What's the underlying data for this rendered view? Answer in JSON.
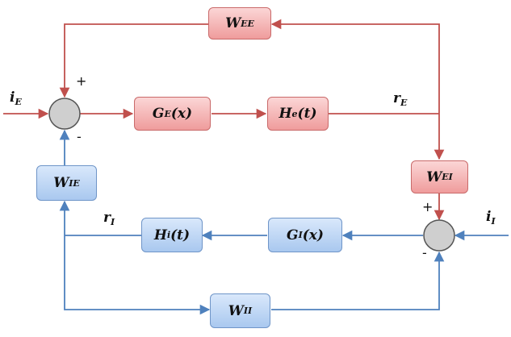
{
  "blocks": {
    "wee": {
      "sym": "W",
      "sub": "EE"
    },
    "ge": {
      "sym": "G",
      "sub": "E",
      "arg": "(x)"
    },
    "he": {
      "sym": "H",
      "sub": "e",
      "arg": "(t)"
    },
    "wei": {
      "sym": "W",
      "sub": "EI"
    },
    "wie": {
      "sym": "W",
      "sub": "IE"
    },
    "hi": {
      "sym": "H",
      "sub": "i",
      "arg": "(t)"
    },
    "gi": {
      "sym": "G",
      "sub": "I",
      "arg": "(x)"
    },
    "wii": {
      "sym": "W",
      "sub": "II"
    }
  },
  "labels": {
    "ie": {
      "sym": "i",
      "sub": "E"
    },
    "re": {
      "sym": "r",
      "sub": "E"
    },
    "ri": {
      "sym": "r",
      "sub": "I"
    },
    "ii": {
      "sym": "i",
      "sub": "I"
    }
  },
  "signs": {
    "e_plus": "+",
    "e_minus": "-",
    "i_plus": "+",
    "i_minus": "-"
  },
  "colors": {
    "excitatory_line": "#c0504d",
    "inhibitory_line": "#4f81bd"
  }
}
